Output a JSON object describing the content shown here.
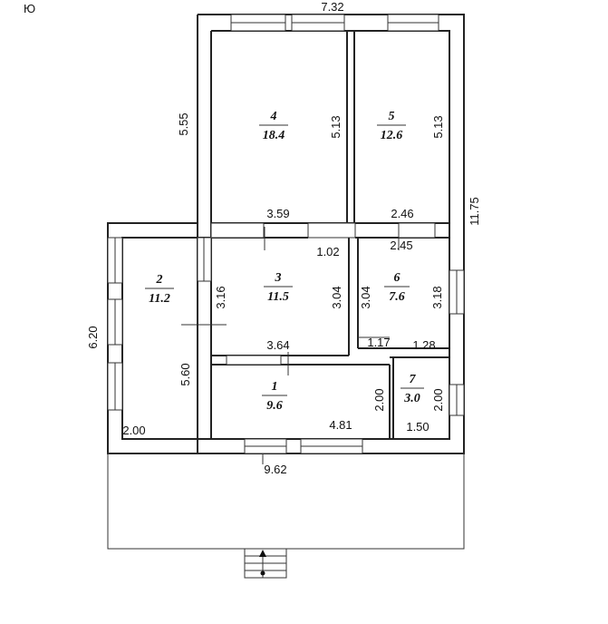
{
  "corner_mark": "Ю",
  "rooms": [
    {
      "number": "1",
      "area": "9.6"
    },
    {
      "number": "2",
      "area": "11.2"
    },
    {
      "number": "3",
      "area": "11.5"
    },
    {
      "number": "4",
      "area": "18.4"
    },
    {
      "number": "5",
      "area": "12.6"
    },
    {
      "number": "6",
      "area": "7.6"
    },
    {
      "number": "7",
      "area": "3.0"
    }
  ],
  "dimensions": {
    "top_width": "7.32",
    "left_upper": "5.55",
    "right_total": "11.75",
    "left_lower": "6.20",
    "bottom_width": "9.62",
    "room4_height": "5.13",
    "room5_height": "5.13",
    "room3_width_top": "3.59",
    "room6_width_top": "2.46",
    "room6_width_inner": "2.45",
    "corridor_width": "1.02",
    "room3_height_left": "3.16",
    "room3_height_right": "3.04",
    "room6_height_left": "3.04",
    "room6_height_right": "3.18",
    "room3_width_bottom": "3.64",
    "room6_bottom_left": "1.17",
    "room6_bottom_right": "1.28",
    "room2_height": "5.60",
    "room2_width": "2.00",
    "room1_width": "4.81",
    "room1_height": "2.00",
    "room7_height": "2.00",
    "room7_width": "1.50"
  }
}
